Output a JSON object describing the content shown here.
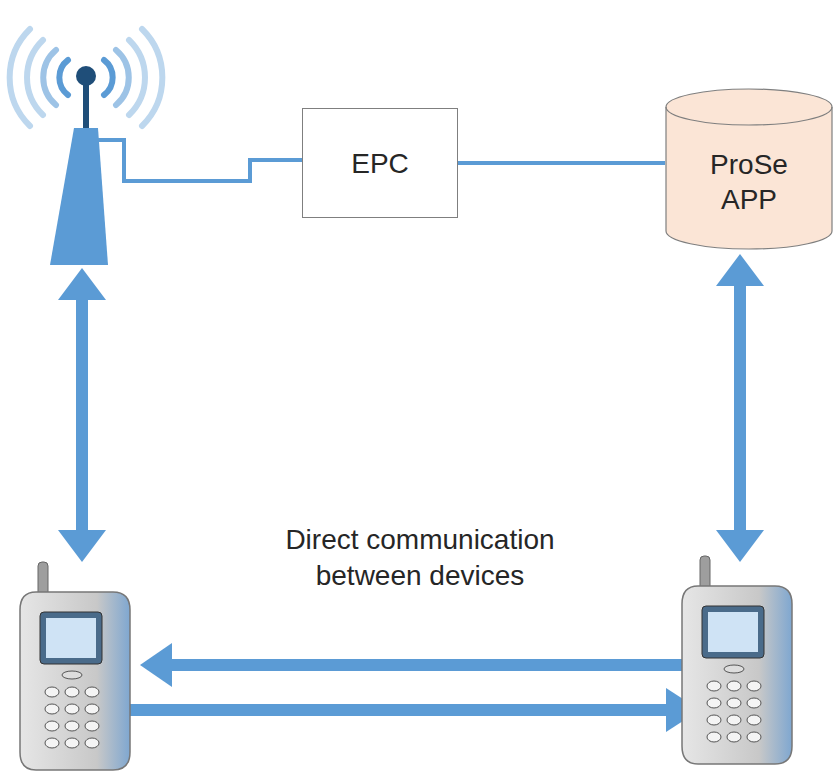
{
  "diagram": {
    "nodes": [
      {
        "text": [
          "EPC"
        ]
      },
      {
        "text": [
          "ProSe APP"
        ]
      }
    ],
    "edges": [
      {
        "from": 0,
        "to": 1,
        "arrow": "none"
      }
    ],
    "labels": [
      "Direct communication between devices"
    ]
  }
}
